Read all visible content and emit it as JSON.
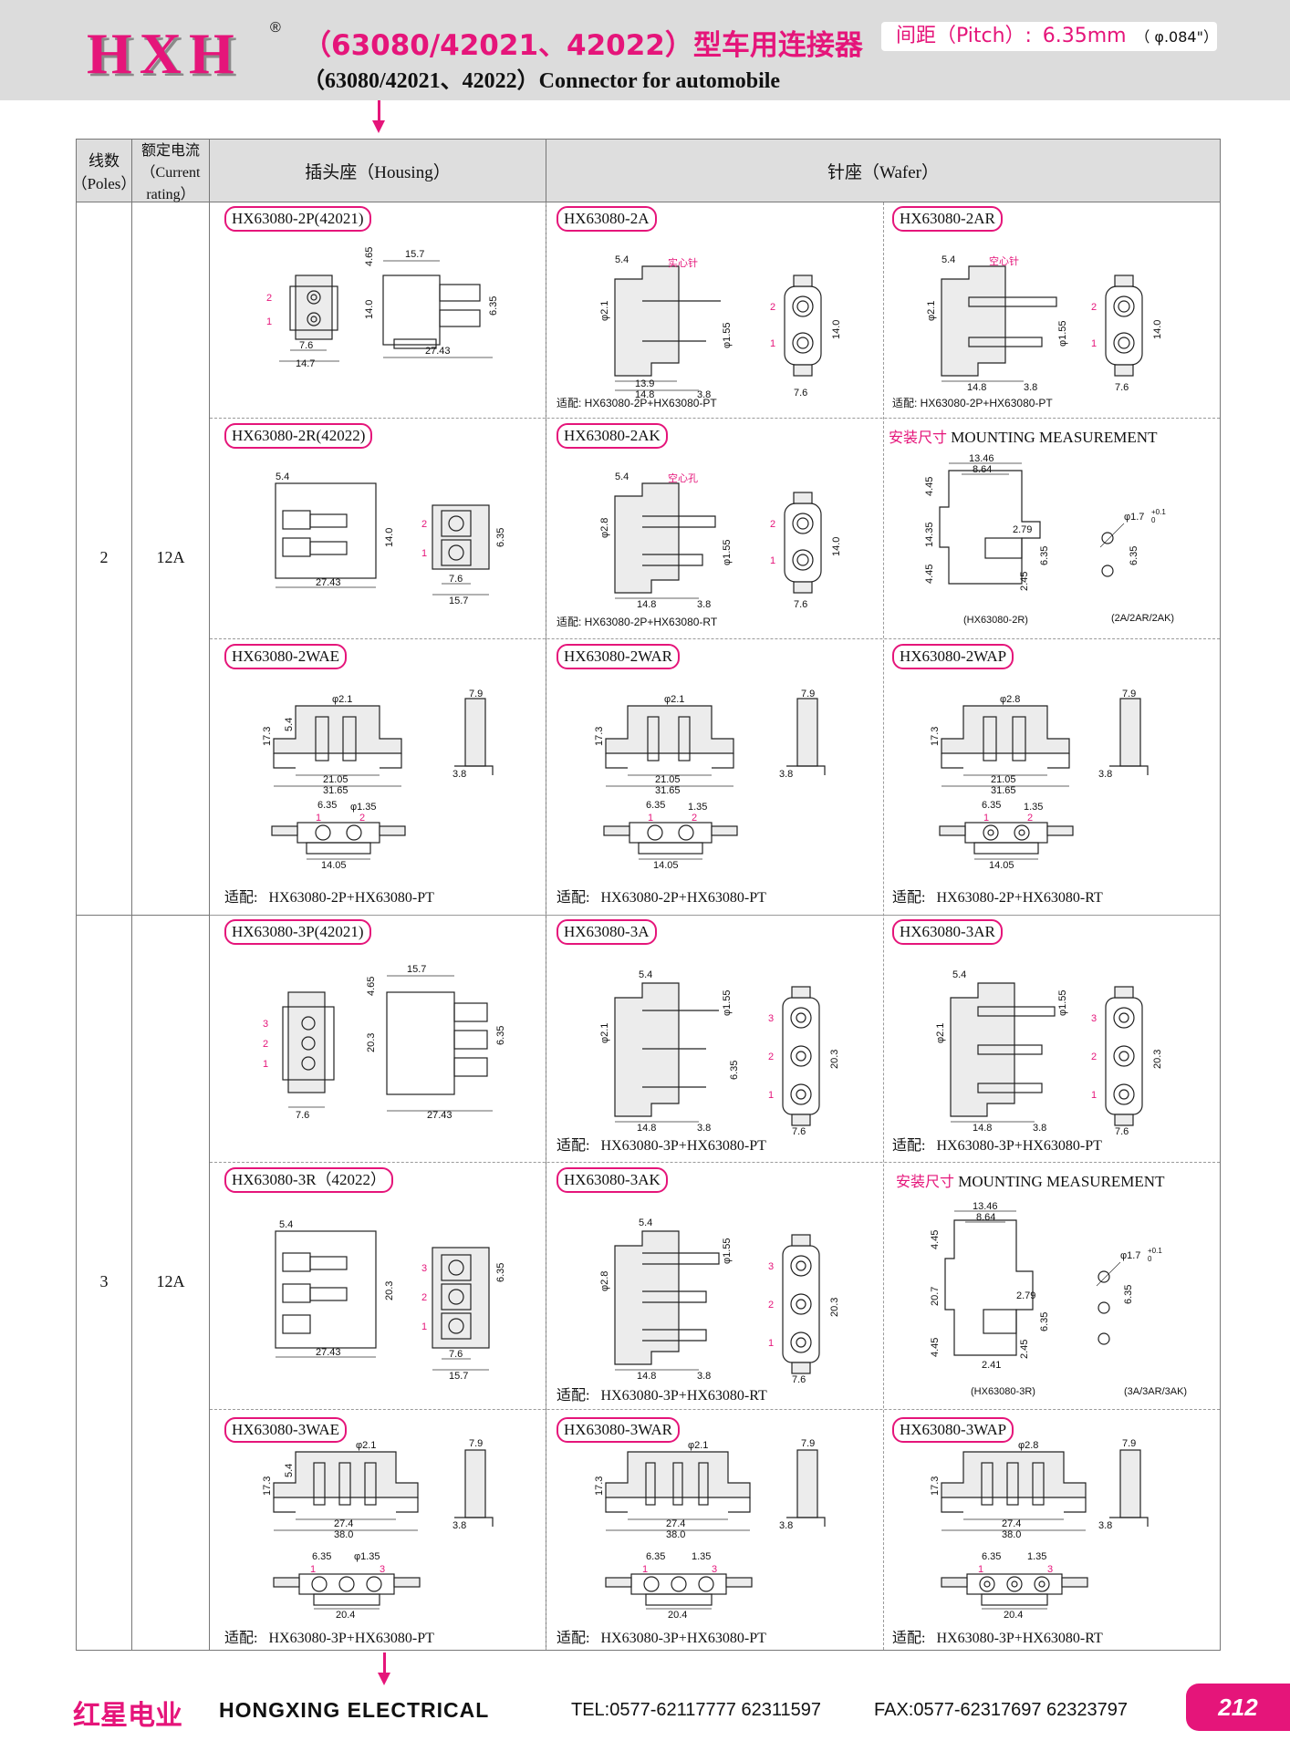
{
  "header": {
    "logo": "HXH",
    "registered": "®",
    "title_cn": "（63080/42021、42022）型车用连接器",
    "title_en": "（63080/42021、42022）Connector for automobile",
    "pitch_label": "间距（Pitch）:",
    "pitch_value": "6.35mm",
    "pitch_diameter": "（ φ.084\"）"
  },
  "table": {
    "col_poles": "线数（Poles）",
    "col_current": "额定电流（Current rating）",
    "col_housing": "插头座（Housing）",
    "col_wafer": "针座（Wafer）",
    "rows": [
      {
        "poles": "2",
        "current": "12A"
      },
      {
        "poles": "3",
        "current": "12A"
      }
    ]
  },
  "cells": {
    "r1c1": {
      "name": "HX63080-2P(42021)",
      "dims": [
        "15.7",
        "4.65",
        "14.0",
        "6.35",
        "7.6",
        "14.7",
        "27.43"
      ],
      "pins": [
        "2",
        "1"
      ]
    },
    "r1c2": {
      "name": "HX63080-2A",
      "note": "实心针",
      "dims": [
        "5.4",
        "φ2.1",
        "φ1.55",
        "14.0",
        "13.9",
        "14.8",
        "3.8",
        "7.6"
      ],
      "pins": [
        "2",
        "1"
      ],
      "fit": "适配: HX63080-2P+HX63080-PT"
    },
    "r1c3": {
      "name": "HX63080-2AR",
      "note": "空心针",
      "dims": [
        "5.4",
        "φ2.1",
        "φ1.55",
        "14.0",
        "14.8",
        "3.8",
        "7.6"
      ],
      "pins": [
        "2",
        "1"
      ],
      "fit": "适配: HX63080-2P+HX63080-PT"
    },
    "r2c1": {
      "name": "HX63080-2R(42022)",
      "dims": [
        "5.4",
        "14.0",
        "27.43",
        "6.35",
        "7.6",
        "15.7"
      ],
      "pins": [
        "2",
        "1"
      ]
    },
    "r2c2": {
      "name": "HX63080-2AK",
      "note": "空心孔",
      "dims": [
        "5.4",
        "φ2.8",
        "φ1.55",
        "14.0",
        "14.8",
        "3.8",
        "7.6"
      ],
      "pins": [
        "2",
        "1"
      ],
      "fit": "适配: HX63080-2P+HX63080-RT"
    },
    "r2c3": {
      "title_cn": "安装尺寸",
      "title_en": "MOUNTING MEASUREMENT",
      "dims": [
        "13.46",
        "8.64",
        "4.45",
        "14.35",
        "4.45",
        "2.79",
        "6.35",
        "2.45",
        "φ1.7",
        "+0.1",
        "0",
        "6.35"
      ],
      "cap_left": "(HX63080-2R)",
      "cap_right": "(2A/2AR/2AK)"
    },
    "r3c1": {
      "name": "HX63080-2WAE",
      "dims": [
        "φ2.1",
        "5.4",
        "17.3",
        "21.05",
        "31.65",
        "7.9",
        "3.8",
        "6.35",
        "φ1.35",
        "14.05"
      ],
      "pins": [
        "1",
        "2"
      ],
      "fit_label": "适配:",
      "fit": "HX63080-2P+HX63080-PT"
    },
    "r3c2": {
      "name": "HX63080-2WAR",
      "dims": [
        "φ2.1",
        "17.3",
        "21.05",
        "31.65",
        "7.9",
        "3.8",
        "6.35",
        "1.35",
        "14.05"
      ],
      "pins": [
        "1",
        "2"
      ],
      "fit_label": "适配:",
      "fit": "HX63080-2P+HX63080-PT"
    },
    "r3c3": {
      "name": "HX63080-2WAP",
      "dims": [
        "φ2.8",
        "17.3",
        "21.05",
        "31.65",
        "7.9",
        "3.8",
        "6.35",
        "1.35",
        "14.05"
      ],
      "pins": [
        "1",
        "2"
      ],
      "fit_label": "适配:",
      "fit": "HX63080-2P+HX63080-RT"
    },
    "r4c1": {
      "name": "HX63080-3P(42021)",
      "dims": [
        "15.7",
        "4.65",
        "20.3",
        "6.35",
        "7.6",
        "27.43"
      ],
      "pins": [
        "3",
        "2",
        "1"
      ]
    },
    "r4c2": {
      "name": "HX63080-3A",
      "dims": [
        "5.4",
        "φ2.1",
        "φ1.55",
        "6.35",
        "20.3",
        "14.8",
        "3.8",
        "7.6"
      ],
      "pins": [
        "3",
        "2",
        "1"
      ],
      "fit_label": "适配:",
      "fit": "HX63080-3P+HX63080-PT"
    },
    "r4c3": {
      "name": "HX63080-3AR",
      "dims": [
        "5.4",
        "φ2.1",
        "φ1.55",
        "20.3",
        "14.8",
        "3.8",
        "7.6"
      ],
      "pins": [
        "3",
        "2",
        "1"
      ],
      "fit_label": "适配:",
      "fit": "HX63080-3P+HX63080-PT"
    },
    "r5c1": {
      "name": "HX63080-3R（42022）",
      "dims": [
        "5.4",
        "20.3",
        "27.43",
        "6.35",
        "7.6",
        "15.7"
      ],
      "pins": [
        "3",
        "2",
        "1"
      ]
    },
    "r5c2": {
      "name": "HX63080-3AK",
      "dims": [
        "5.4",
        "φ2.8",
        "φ1.55",
        "20.3",
        "14.8",
        "3.8",
        "7.6"
      ],
      "pins": [
        "3",
        "2",
        "1"
      ],
      "fit_label": "适配:",
      "fit": "HX63080-3P+HX63080-RT"
    },
    "r5c3": {
      "title_cn": "安装尺寸",
      "title_en": "MOUNTING MEASUREMENT",
      "dims": [
        "13.46",
        "8.64",
        "4.45",
        "20.7",
        "4.45",
        "2.79",
        "6.35",
        "2.45",
        "2.41",
        "φ1.7",
        "+0.1",
        "0",
        "6.35"
      ],
      "cap_left": "(HX63080-3R)",
      "cap_right": "(3A/3AR/3AK)"
    },
    "r6c1": {
      "name": "HX63080-3WAE",
      "dims": [
        "φ2.1",
        "5.4",
        "17.3",
        "27.4",
        "38.0",
        "7.9",
        "3.8",
        "6.35",
        "φ1.35",
        "20.4"
      ],
      "pins": [
        "1",
        "3"
      ],
      "fit_label": "适配:",
      "fit": "HX63080-3P+HX63080-PT"
    },
    "r6c2": {
      "name": "HX63080-3WAR",
      "dims": [
        "φ2.1",
        "17.3",
        "27.4",
        "38.0",
        "7.9",
        "3.8",
        "6.35",
        "1.35",
        "20.4"
      ],
      "pins": [
        "1",
        "3"
      ],
      "fit_label": "适配:",
      "fit": "HX63080-3P+HX63080-PT"
    },
    "r6c3": {
      "name": "HX63080-3WAP",
      "dims": [
        "φ2.8",
        "17.3",
        "27.4",
        "38.0",
        "7.9",
        "3.8",
        "6.35",
        "1.35",
        "20.4"
      ],
      "pins": [
        "1",
        "3"
      ],
      "fit_label": "适配:",
      "fit": "HX63080-3P+HX63080-RT"
    }
  },
  "footer": {
    "company_cn": "红星电业",
    "company_en": "HONGXING ELECTRICAL",
    "tel": "TEL:0577-62117777   62311597",
    "fax": "FAX:0577-62317697   62323797",
    "page": "212"
  },
  "colors": {
    "accent": "#e5157a",
    "header_bg": "#dcdcdc",
    "table_header_bg": "#dedede"
  },
  "icons": {
    "arrow": "down-arrow-icon"
  }
}
